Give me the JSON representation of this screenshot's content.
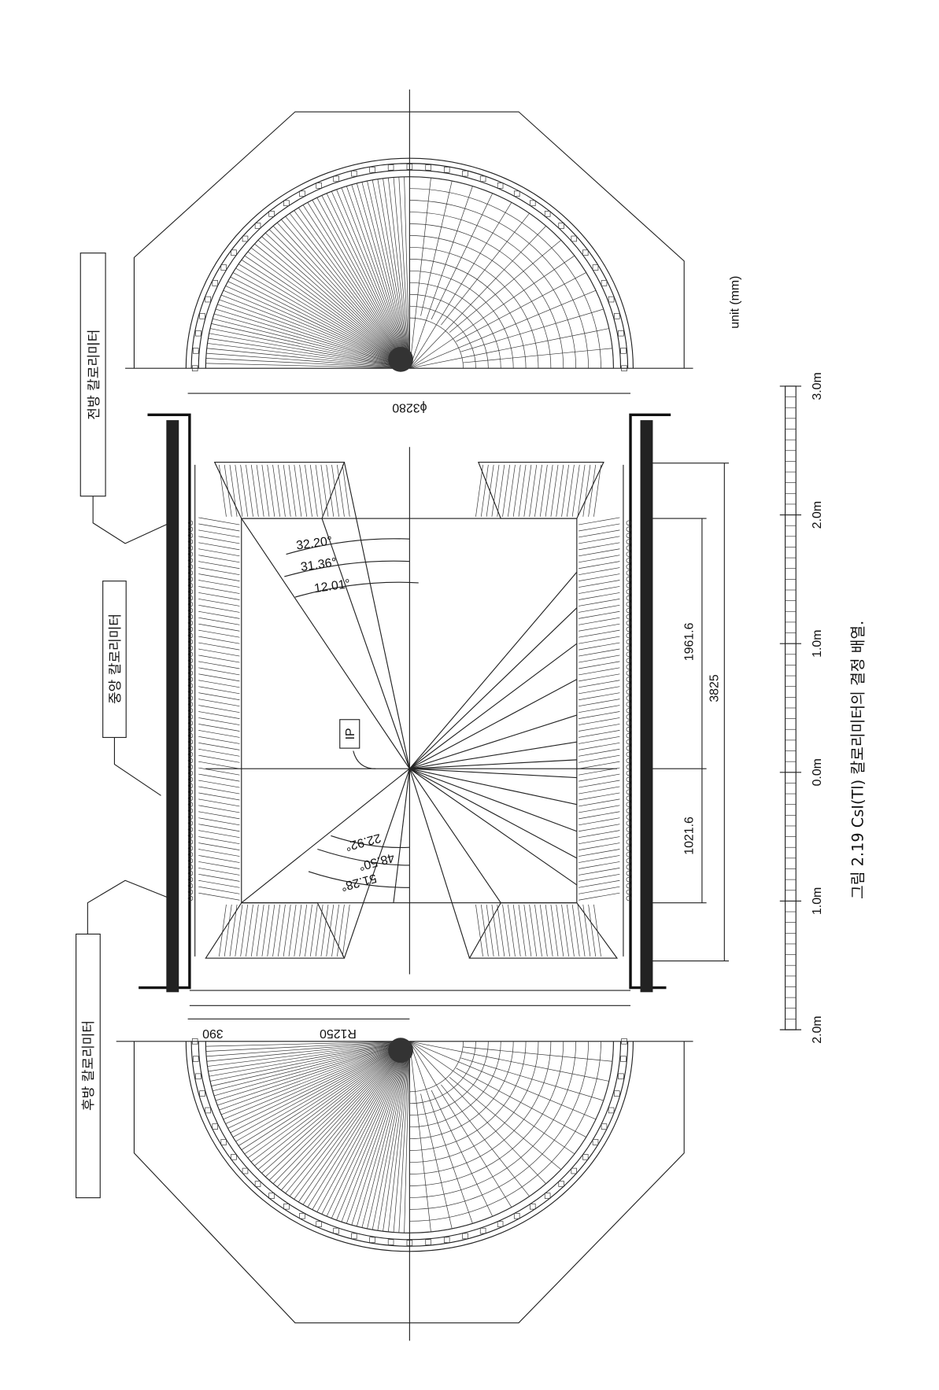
{
  "labels": {
    "forward": "전방 칼로리미터",
    "barrel": "중앙 칼로리미터",
    "backward": "후방 칼로리미터",
    "ip": "IP"
  },
  "dimensions": {
    "diameter": "ϕ3280",
    "radius": "R1250",
    "radial_depth": "390",
    "forward_length": "1961.6",
    "total_length": "3825",
    "backward_length": "1021.6"
  },
  "angles": {
    "forward": [
      "32.20°",
      "31.36°",
      "12.01°"
    ],
    "backward": [
      "22.92°",
      "48.50°",
      "51.28°"
    ]
  },
  "unit": "unit (mm)",
  "scale": {
    "ticks": [
      "3.0m",
      "2.0m",
      "1.0m",
      "0.0m",
      "1.0m",
      "2.0m"
    ]
  },
  "caption": "그림 2.19  CsI(Tl)  칼로리미터의 결정 배열."
}
